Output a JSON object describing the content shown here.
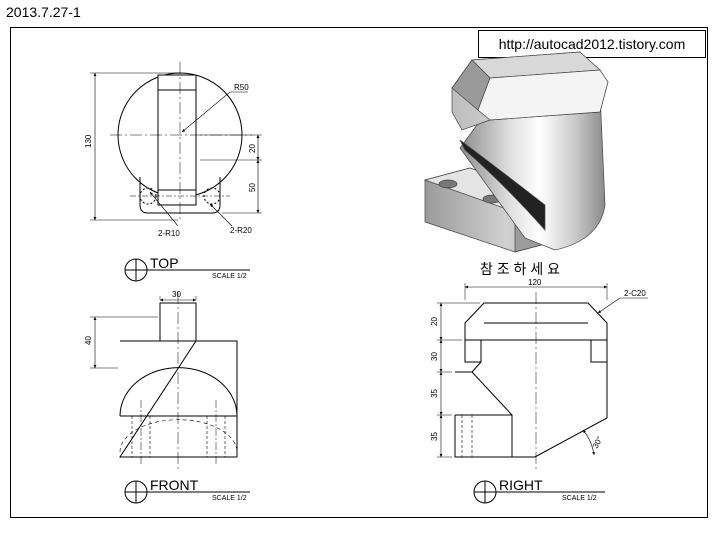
{
  "header": {
    "date": "2013.7.27-1",
    "url": "http://autocad2012.tistory.com"
  },
  "views": {
    "top": {
      "title": "TOP",
      "scale": "SCALE 1/2",
      "dims": {
        "r50": "R50",
        "d130": "130",
        "d20": "20",
        "d50": "50",
        "r10": "2-R10",
        "r20": "2-R20"
      }
    },
    "front": {
      "title": "FRONT",
      "scale": "SCALE 1/2",
      "dims": {
        "d30": "30",
        "d40": "40"
      }
    },
    "right": {
      "title": "RIGHT",
      "scale": "SCALE 1/2",
      "dims": {
        "d120": "120",
        "c20": "2-C20",
        "d20": "20",
        "d30": "30",
        "d35a": "35",
        "d35b": "35",
        "a30": "30°"
      }
    },
    "iso": {
      "caption": "참 조 하 세 요"
    }
  }
}
